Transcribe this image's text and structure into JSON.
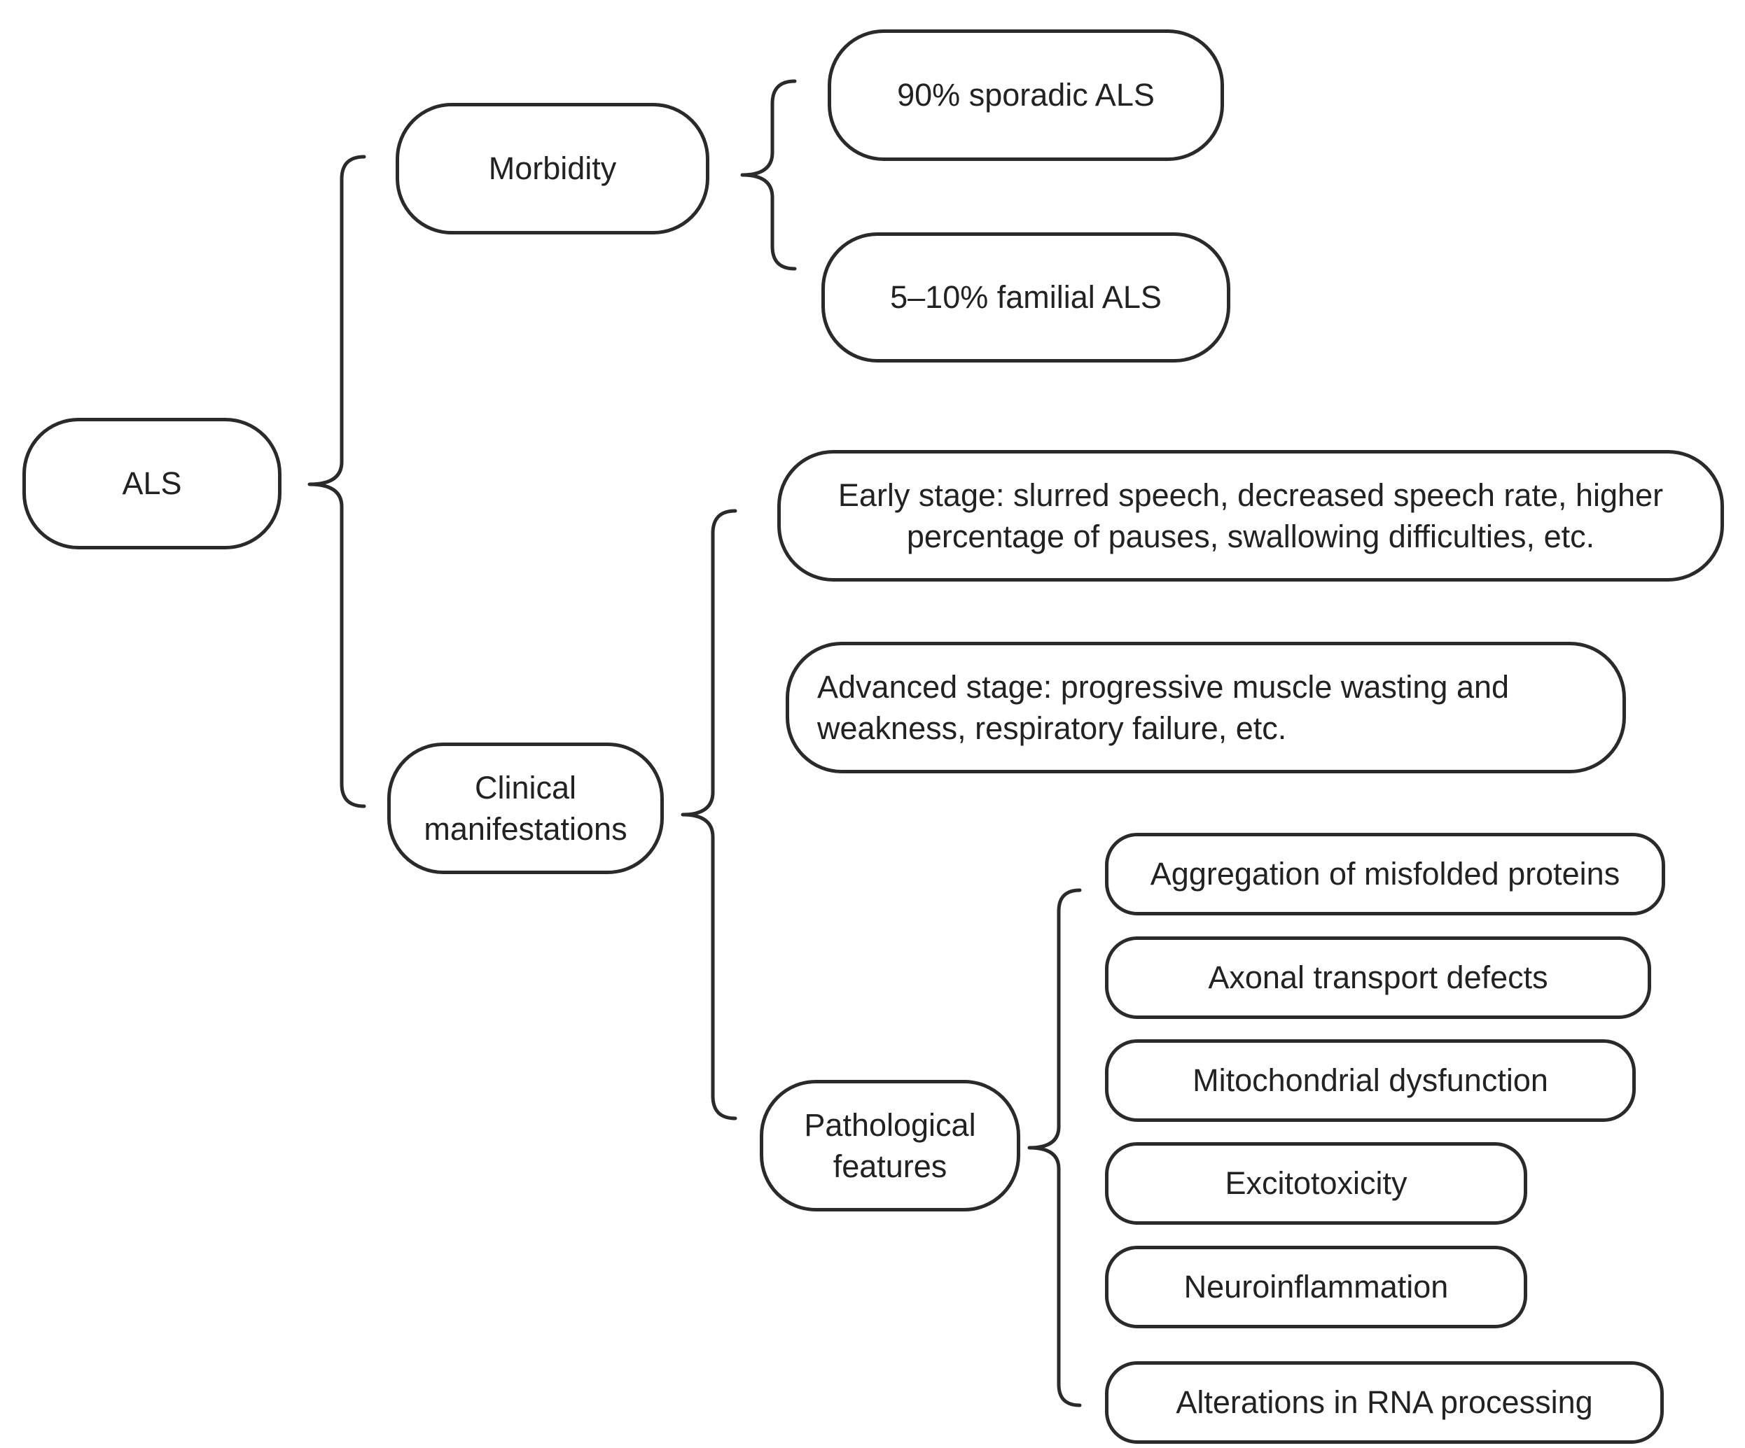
{
  "root": {
    "label": "ALS"
  },
  "morbidity": {
    "label": "Morbidity",
    "items": [
      "90% sporadic ALS",
      "5–10% familial ALS"
    ]
  },
  "clinical": {
    "label": "Clinical manifestations",
    "items": [
      "Early stage: slurred speech, decreased speech rate, higher percentage of pauses, swallowing difficulties, etc.",
      "Advanced stage: progressive muscle wasting and weakness, respiratory failure, etc."
    ]
  },
  "pathological": {
    "label": "Pathological features",
    "items": [
      "Aggregation of misfolded proteins",
      "Axonal transport defects",
      "Mitochondrial dysfunction",
      "Excitotoxicity",
      "Neuroinflammation",
      "Alterations in RNA processing"
    ]
  },
  "colors": {
    "stroke": "#2a2a2a",
    "text": "#222222",
    "background": "#ffffff"
  }
}
